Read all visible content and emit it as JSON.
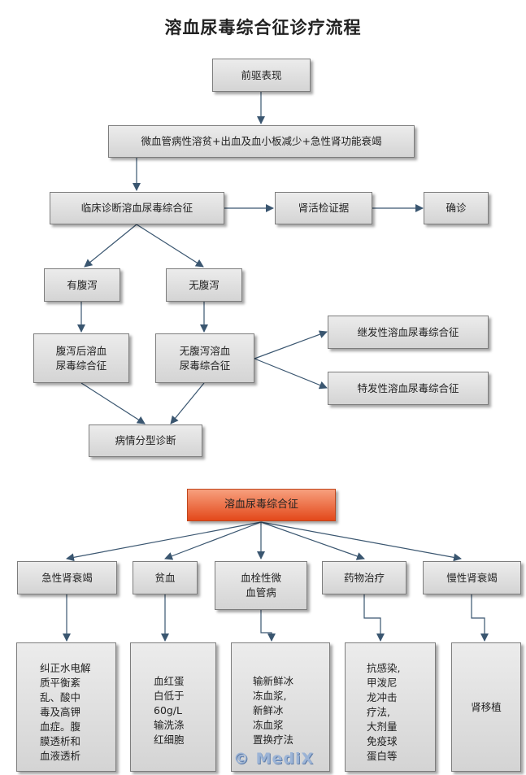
{
  "title": "溶血尿毒综合征诊疗流程",
  "flow": {
    "prodrome": "前驱表现",
    "triad": "微血管病性溶贫+出血及血小板减少+急性肾功能衰竭",
    "clinical_dx": "临床诊断溶血尿毒综合征",
    "biopsy": "肾活检证据",
    "confirm": "确诊",
    "with_diarrhea": "有腹泻",
    "without_diarrhea": "无腹泻",
    "post_diarrhea_hus": "腹泻后溶血\n尿毒综合征",
    "non_diarrhea_hus": "无腹泻溶血\n尿毒综合征",
    "secondary_hus": "继发性溶血尿毒综合征",
    "idiopathic_hus": "特发性溶血尿毒综合征",
    "typing": "病情分型诊断"
  },
  "tree": {
    "root": "溶血尿毒综合征",
    "branches": [
      {
        "label": "急性肾衰竭",
        "detail": "纠正水电解\n    质平衡紊\n    乱、酸中\n    毒及高钾\n    血症。腹\n    膜透析和\n    血液透析"
      },
      {
        "label": "贫血",
        "detail": "血红蛋\n    白低于\n    60g/L\n    输洗涤\n    红细胞"
      },
      {
        "label": "血栓性微\n血管病",
        "detail": "输新鲜冰\n    冻血浆,\n    新鲜冰\n    冻血浆\n    置换疗法"
      },
      {
        "label": "药物治疗",
        "detail": "抗感染,\n    甲泼尼\n    龙冲击\n    疗法,\n    大剂量\n    免疫球\n    蛋白等"
      },
      {
        "label": "慢性肾衰竭",
        "detail": "肾移植"
      }
    ]
  },
  "watermark": "© MediX",
  "colors": {
    "box": "#dcdcdc",
    "border": "#7d7d7d",
    "accent": "#e3481a",
    "line": "#3a5670"
  }
}
